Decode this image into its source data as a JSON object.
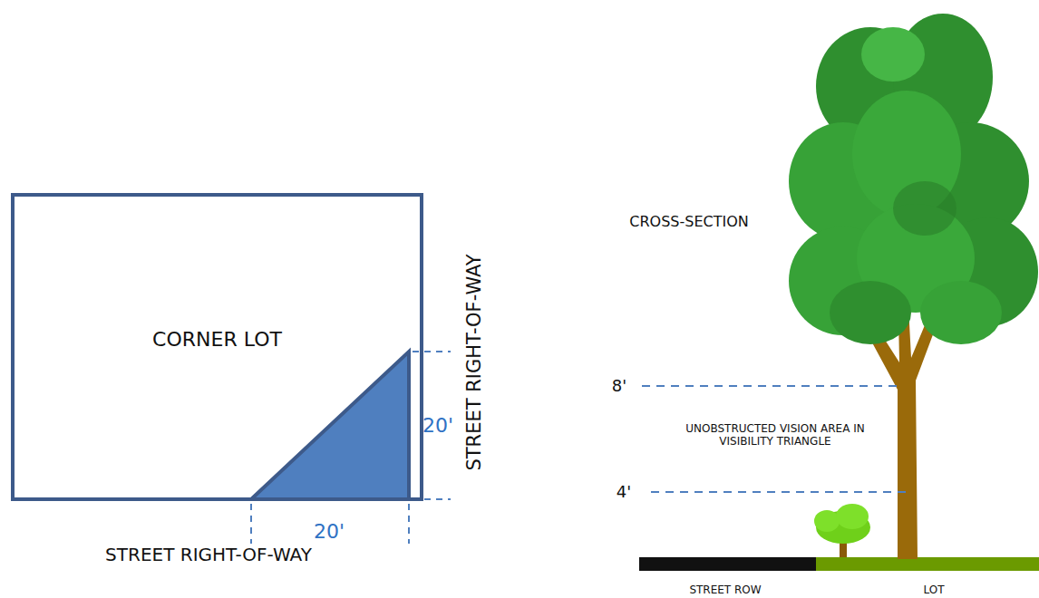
{
  "diagram": {
    "nodes": [
      {
        "text": [
          "CORNER LOT"
        ]
      }
    ],
    "labels": [
      "20'",
      "STREET RIGHT-OF-WAY",
      "20'",
      "STREET RIGHT-OF-WAY",
      "CROSS-SECTION",
      "8'",
      "UNOBSTRUCTED VISION AREA IN VISIBILITY TRIANGLE",
      "4'",
      "STREET ROW",
      "LOT"
    ]
  }
}
